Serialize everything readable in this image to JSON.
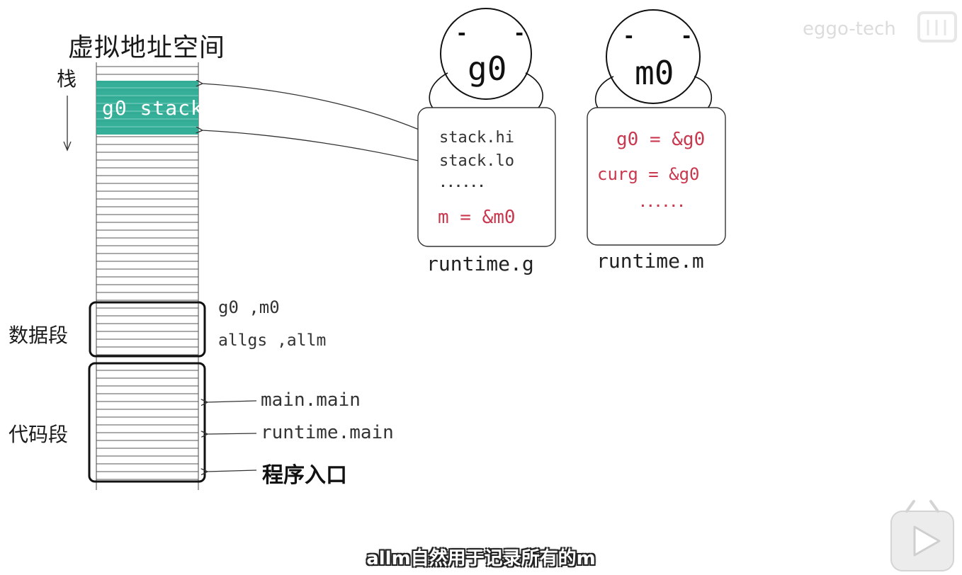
{
  "title": "虚拟地址空间",
  "labels": {
    "stack": "栈",
    "data_segment": "数据段",
    "code_segment": "代码段"
  },
  "stack_block": "g0 stack",
  "data_items": {
    "line1": "g0 ,m0",
    "line2": "allgs ,allm"
  },
  "code_items": {
    "main_main": "main.main",
    "runtime_main": "runtime.main",
    "entry": "程序入口"
  },
  "g_struct": {
    "ball_label": "g0",
    "face": "- -",
    "field1": "stack.hi",
    "field2": "stack.lo",
    "ellipsis": "......",
    "field3": "m = &m0",
    "type_name": "runtime.g"
  },
  "m_struct": {
    "ball_label": "m0",
    "face": "- -",
    "field1": "g0 = &g0",
    "field2": "curg = &g0",
    "ellipsis": "......",
    "type_name": "runtime.m"
  },
  "watermark": "eggo-tech",
  "subtitle": "allm自然用于记录所有的m",
  "colors": {
    "stack_fill": "#2bab94",
    "field_red": "#c9384f",
    "line": "#333333"
  },
  "icons": {
    "play": "play-icon",
    "bilibili": "bilibili-logo-icon"
  }
}
